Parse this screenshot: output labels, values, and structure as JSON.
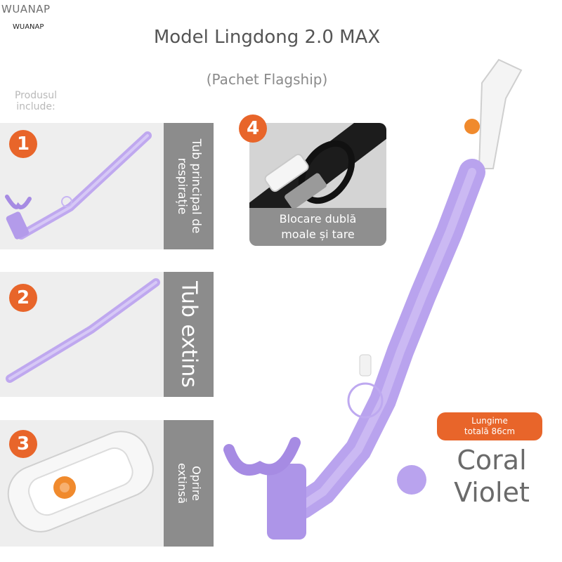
{
  "header": {
    "brand_large": "WUANAP",
    "brand_small": "WUANAP",
    "title": "Model Lingdong 2.0 MAX",
    "subtitle": "(Pachet Flagship)"
  },
  "includes_label": "Produsul include:",
  "items": [
    {
      "number": "1",
      "label": "Tub principal de respirație"
    },
    {
      "number": "2",
      "label": "Tub extins"
    },
    {
      "number": "3",
      "label": "Oprire extinsă"
    }
  ],
  "detail": {
    "number": "4",
    "caption_line1": "Blocare dublă",
    "caption_line2": "moale și tare"
  },
  "length_badge": {
    "line1": "Lungime",
    "line2": "totală 86cm"
  },
  "color": {
    "name_line1": "Coral",
    "name_line2": "Violet",
    "swatch_hex": "#b9a3ee"
  },
  "colors": {
    "accent": "#e8652a",
    "product": "#b9a3ee",
    "panel_bg": "#eeeeee",
    "label_strip": "#8c8c8c"
  }
}
